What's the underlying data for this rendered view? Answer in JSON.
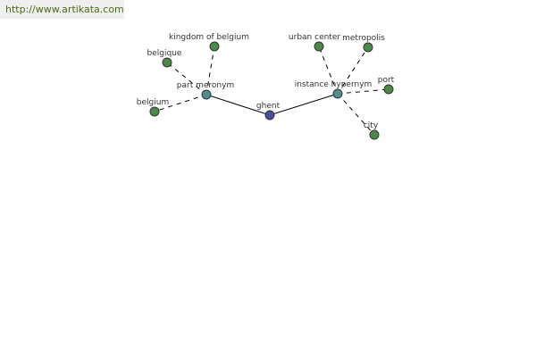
{
  "header": {
    "url": "http://www.artikata.com"
  },
  "colors": {
    "root": "#4b4f9a",
    "relation": "#4e8f8d",
    "leaf": "#4b8a46",
    "url_text": "#4a6a1a"
  },
  "graph": {
    "root": "ghent",
    "relations": [
      {
        "id": "part-meronym",
        "label": "part meronym",
        "terms": [
          "kingdom of belgium",
          "belgique",
          "belgium"
        ]
      },
      {
        "id": "instance-hypernym",
        "label": "instance hypernym",
        "terms": [
          "urban center",
          "metropolis",
          "port",
          "city"
        ]
      }
    ]
  }
}
